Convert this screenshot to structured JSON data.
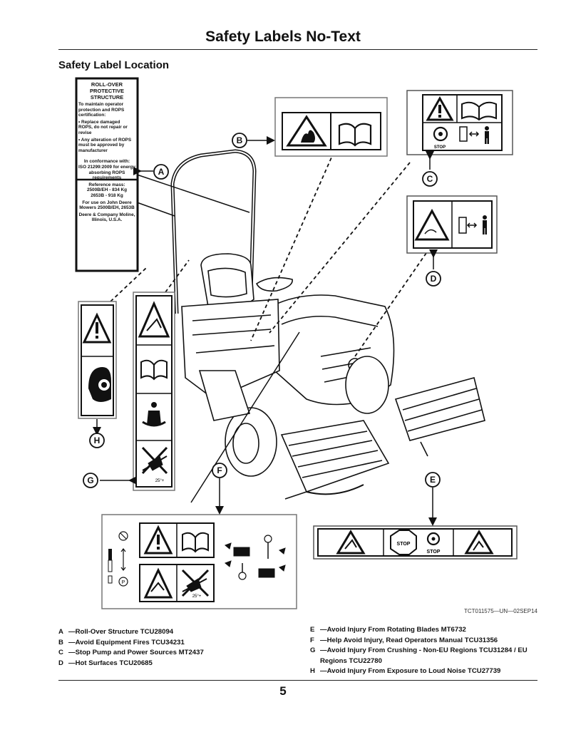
{
  "page": {
    "title": "Safety Labels No-Text",
    "section_heading": "Safety Label Location",
    "figure_code": "TCT011575—UN—02SEP14",
    "page_number": "5"
  },
  "rops_label": {
    "title": [
      "ROLL-OVER",
      "PROTECTIVE",
      "STRUCTURE"
    ],
    "intro": "To maintain operator protection and ROPS certification:",
    "bullet1": "• Replace damaged ROPS, do not repair or revise",
    "bullet2": "• Any alteration of ROPS must be approved by manufacturer",
    "conformance": "In conformance with:",
    "standard": "ISO 21299:2009 for energy absorbing ROPS requirements",
    "mass_title": "Reference mass:",
    "mass1": "2500B/EH - 834 Kg",
    "mass2": "2653B - 918 Kg",
    "use_for": "For use on John Deere Mowers 2500B/EH, 2653B",
    "maker": "Deere & Company Moline, Illinois, U.S.A."
  },
  "callouts": {
    "a": "A",
    "b": "B",
    "c": "C",
    "d": "D",
    "e": "E",
    "f": "F",
    "g": "G",
    "h": "H"
  },
  "label_text": {
    "stop": "STOP",
    "angle": "25°+"
  },
  "legend": {
    "left": [
      {
        "key": "A",
        "text": "—Roll-Over Structure TCU28094"
      },
      {
        "key": "B",
        "text": "—Avoid Equipment Fires TCU34231"
      },
      {
        "key": "C",
        "text": "—Stop Pump and Power Sources MT2437"
      },
      {
        "key": "D",
        "text": "—Hot Surfaces TCU20685"
      }
    ],
    "right": [
      {
        "key": "E",
        "text": "—Avoid Injury From Rotating Blades MT6732"
      },
      {
        "key": "F",
        "text": "—Help Avoid Injury, Read Operators Manual TCU31356"
      },
      {
        "key": "G",
        "text": "—Avoid Injury From Crushing - Non-EU Regions TCU31284 / EU Regions TCU22780"
      },
      {
        "key": "H",
        "text": "—Avoid Injury From Exposure to Loud Noise TCU27739"
      }
    ]
  }
}
